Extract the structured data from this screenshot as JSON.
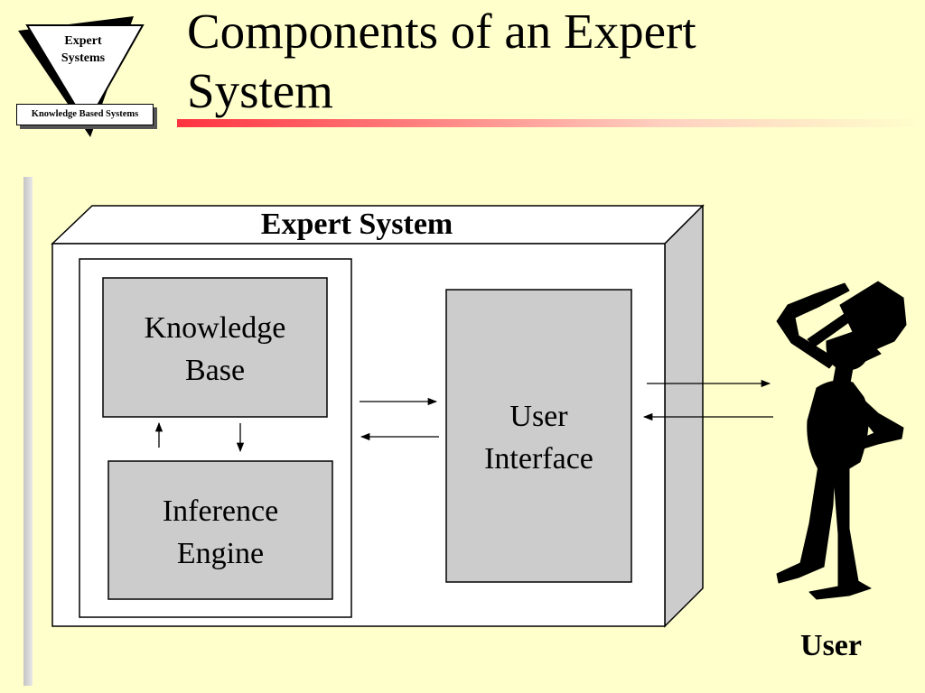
{
  "logo": {
    "title_line1": "Expert",
    "title_line2": "Systems",
    "banner": "Knowledge Based Systems"
  },
  "title": {
    "line1": "Components of an Expert",
    "line2": "System"
  },
  "diagram": {
    "container_label": "Expert System",
    "knowledge_base": {
      "line1": "Knowledge",
      "line2": "Base"
    },
    "inference_engine": {
      "line1": "Inference",
      "line2": "Engine"
    },
    "user_interface": {
      "line1": "User",
      "line2": "Interface"
    },
    "user_label": "User"
  },
  "colors": {
    "background": "#ffffcc",
    "box_fill": "#cccccc",
    "title_rule": "#ff3340"
  }
}
